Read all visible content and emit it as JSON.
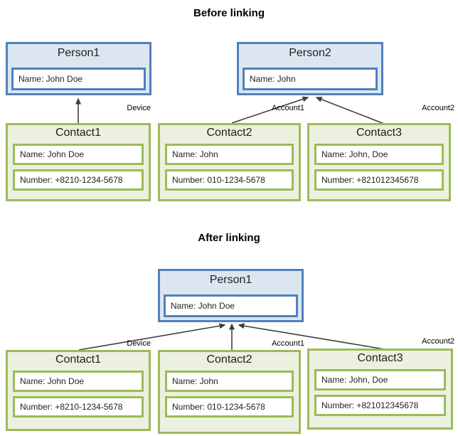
{
  "colors": {
    "person_border": "#4f81bd",
    "person_fill": "#dce6f1",
    "contact_border": "#9bbb59",
    "contact_fill": "#ebf1de",
    "arrow": "#3f3f3f"
  },
  "before": {
    "title": "Before linking",
    "persons": [
      {
        "title": "Person1",
        "name": "Name: John Doe"
      },
      {
        "title": "Person2",
        "name": "Name: John"
      }
    ],
    "labels": [
      "Device",
      "Account1",
      "Account2"
    ],
    "contacts": [
      {
        "title": "Contact1",
        "name": "Name: John Doe",
        "number": "Number: +8210-1234-5678"
      },
      {
        "title": "Contact2",
        "name": "Name: John",
        "number": "Number: 010-1234-5678"
      },
      {
        "title": "Contact3",
        "name": "Name: John, Doe",
        "number": "Number: +821012345678"
      }
    ]
  },
  "after": {
    "title": "After linking",
    "persons": [
      {
        "title": "Person1",
        "name": "Name: John Doe"
      }
    ],
    "labels": [
      "Device",
      "Account1",
      "Account2"
    ],
    "contacts": [
      {
        "title": "Contact1",
        "name": "Name: John Doe",
        "number": "Number: +8210-1234-5678"
      },
      {
        "title": "Contact2",
        "name": "Name: John",
        "number": "Number: 010-1234-5678"
      },
      {
        "title": "Contact3",
        "name": "Name: John, Doe",
        "number": "Number: +821012345678"
      }
    ]
  }
}
